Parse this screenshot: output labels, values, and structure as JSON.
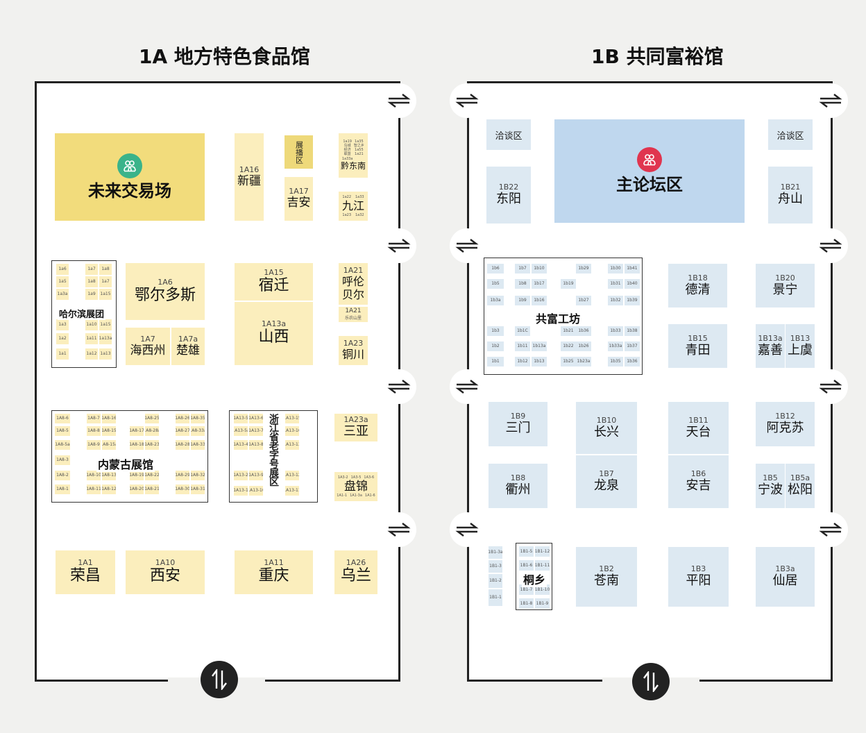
{
  "hall_a": {
    "title": "1A 地方特色食品馆",
    "future_market": {
      "label": "未来交易场",
      "pin_color": "#3ab38a"
    },
    "xinjiang": {
      "code": "1A16",
      "name": "新疆"
    },
    "broadcast": {
      "name": "展播区"
    },
    "jian": {
      "code": "1A17",
      "name": "吉安"
    },
    "qiandongnan": {
      "name": "黔东南",
      "cells": [
        "1a19",
        "1a35",
        "鸟城",
        "智之乡",
        "经济",
        "1a55",
        "联盟",
        "1a21",
        "1a33a"
      ]
    },
    "jiujiang": {
      "name": "九江",
      "cells": [
        "1a22",
        "1a33",
        "1a23",
        "1a32"
      ]
    },
    "harbin": {
      "name": "哈尔滨展团",
      "cells": [
        "1a6",
        "1a7",
        "1a8",
        "1a5",
        "1a8",
        "1a7",
        "1a3a",
        "1a9",
        "1a15",
        "1a3",
        "1a10",
        "1a15",
        "1a2",
        "1a11",
        "1a13a",
        "1a1",
        "1a12",
        "1a13"
      ]
    },
    "ordos": {
      "code": "1A6",
      "name": "鄂尔多斯"
    },
    "haixi": {
      "code": "1A7",
      "name": "海西州"
    },
    "chuxiong": {
      "code": "1A7a",
      "name": "楚雄"
    },
    "suqian": {
      "code": "1A15",
      "name": "宿迁"
    },
    "shanxi": {
      "code": "1A13a",
      "name": "山西"
    },
    "hulunbuir": {
      "code": "1A21",
      "name": "呼伦贝尔"
    },
    "leyuan": {
      "code": "1A21",
      "name": "乐农山里"
    },
    "tongchuan": {
      "code": "1A23",
      "name": "铜川"
    },
    "inner_mongolia": {
      "name": "内蒙古展馆",
      "cells": [
        "1A8-6",
        "1A8-7",
        "1A8-16",
        "1A8-25",
        "1A8-26",
        "1A8-35",
        "1A8-5",
        "1A8-8",
        "1A8-15",
        "1A8-17",
        "1A8-28a",
        "1A8-27",
        "1A8-33a",
        "1A8-5a",
        "1A8-9",
        "1A8-15a",
        "1A8-18",
        "1A8-23",
        "1A8-28",
        "1A8-33",
        "1A8-3",
        "1A8-2",
        "1A8-10",
        "1A8-13",
        "1A8-19",
        "1A8-22",
        "1A8-29",
        "1A8-32",
        "1A8-1",
        "1A8-11",
        "1A8-12",
        "1A8-20",
        "1A8-21",
        "1A8-30",
        "1A8-31"
      ]
    },
    "zhejiang": {
      "name": "浙江省老字号展区",
      "cells": [
        "1A13-5",
        "1A13-6",
        "1A13-15",
        "1A13-5a",
        "1A13-7",
        "1A13-16",
        "1A13-4",
        "1A13-8",
        "1A13-13",
        "1A13-2",
        "1A13-9",
        "1A13-12",
        "1A13-1",
        "1A13-10",
        "1A13-11"
      ]
    },
    "sanya": {
      "code": "1A23a",
      "name": "三亚"
    },
    "panjin": {
      "name": "盘锦",
      "cells": [
        "1A3-2",
        "1A3-5",
        "1A3-6",
        "1A1-1",
        "1A1-3a",
        "1A1-6"
      ]
    },
    "rongchang": {
      "code": "1A1",
      "name": "荣昌"
    },
    "xian": {
      "code": "1A10",
      "name": "西安"
    },
    "chongqing": {
      "code": "1A11",
      "name": "重庆"
    },
    "ulanqab": {
      "code": "1A26",
      "name": "乌兰"
    }
  },
  "hall_b": {
    "title": "1B 共同富裕馆",
    "negotiation_left": "洽谈区",
    "negotiation_right": "洽谈区",
    "main_forum": {
      "label": "主论坛区",
      "pin_color": "#e0354f"
    },
    "dongyang": {
      "code": "1B22",
      "name": "东阳"
    },
    "zhoushan": {
      "code": "1B21",
      "name": "舟山"
    },
    "workshop": {
      "name": "共富工坊",
      "cells": [
        "1b6",
        "1b7",
        "1b10",
        "1b29",
        "1b30",
        "1b41",
        "1b5",
        "1b8",
        "1b17",
        "1b19",
        "1b31",
        "1b40",
        "1b3a",
        "1b9",
        "1b16",
        "1b27",
        "1b32",
        "1b39",
        "1b3",
        "1b1C",
        "1b21",
        "1b36",
        "1b33",
        "1b38",
        "1b2",
        "1b11",
        "1b13a",
        "1b22",
        "1b26",
        "1b33a",
        "1b37",
        "1b1",
        "1b12",
        "1b13",
        "1b25",
        "1b23a",
        "1b35",
        "1b36"
      ]
    },
    "deqing": {
      "code": "1B18",
      "name": "德清"
    },
    "jingning": {
      "code": "1B20",
      "name": "景宁"
    },
    "qingtian": {
      "code": "1B15",
      "name": "青田"
    },
    "jiashan": {
      "code": "1B13a",
      "name": "嘉善"
    },
    "shangyu": {
      "code": "1B13",
      "name": "上虞"
    },
    "sanmen": {
      "code": "1B9",
      "name": "三门"
    },
    "changxing": {
      "code": "1B10",
      "name": "长兴"
    },
    "tiantai": {
      "code": "1B11",
      "name": "天台"
    },
    "akesu": {
      "code": "1B12",
      "name": "阿克苏"
    },
    "quzhou": {
      "code": "1B8",
      "name": "衢州"
    },
    "longquan": {
      "code": "1B7",
      "name": "龙泉"
    },
    "anji": {
      "code": "1B6",
      "name": "安吉"
    },
    "ningbo": {
      "code": "1B5",
      "name": "宁波"
    },
    "songyang": {
      "code": "1B5a",
      "name": "松阳"
    },
    "small_left": {
      "cells": [
        "1B1-3a",
        "1B1-3",
        "1B1-2",
        "1B1-1"
      ]
    },
    "tongxiang": {
      "name": "桐乡",
      "cells": [
        "1B1-5",
        "1B1-12",
        "1B1-6",
        "1B1-11",
        "1B1-7",
        "1B1-10",
        "1B1-8",
        "1B1-9"
      ]
    },
    "cangnan": {
      "code": "1B2",
      "name": "苍南"
    },
    "pingyang": {
      "code": "1B3",
      "name": "平阳"
    },
    "xianju": {
      "code": "1B3a",
      "name": "仙居"
    }
  },
  "icons": {
    "door": "swap-arrows-icon",
    "exit": "up-down-arrows-icon",
    "forum": "people-icon"
  }
}
